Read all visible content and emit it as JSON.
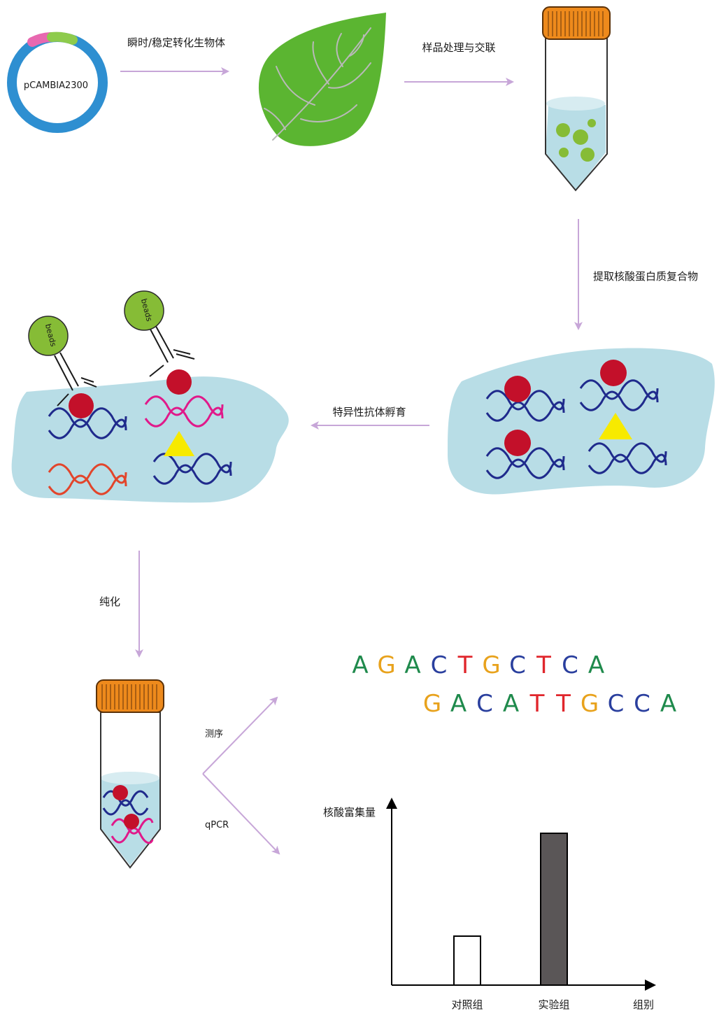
{
  "plasmid": {
    "label": "pCAMBIA2300"
  },
  "steps": {
    "transform": "瞬时/稳定转化生物体",
    "crosslink": "样品处理与交联",
    "extract": "提取核酸蛋白质复合物",
    "incubate": "特异性抗体孵育",
    "purify": "纯化",
    "sequencing": "测序",
    "qpcr": "qPCR"
  },
  "beads_label": "beads",
  "sequence": {
    "row1": [
      "A",
      "G",
      "A",
      "C",
      "T",
      "G",
      "C",
      "T",
      "C",
      "A"
    ],
    "row2": [
      "G",
      "A",
      "C",
      "A",
      "T",
      "T",
      "G",
      "C",
      "C",
      "A"
    ]
  },
  "base_colors": {
    "A": "#1f8a4c",
    "G": "#e8a21c",
    "C": "#2a3f9e",
    "T": "#e0262c"
  },
  "colors": {
    "arrow": "#c7a6d8",
    "leaf": "#5bb531",
    "tube_cap": "#ee8a1c",
    "liquid": "#b8dde6",
    "dna_blue": "#1f2a8c",
    "dna_magenta": "#e0198a",
    "dna_red": "#e2452b",
    "protein": "#c3102a",
    "factor": "#f7ea00",
    "bead": "#86bc36",
    "plasmid": "#2e8fd1"
  },
  "chart_data": {
    "type": "bar",
    "categories": [
      "对照组",
      "实验组"
    ],
    "values": [
      20,
      62
    ],
    "ylabel": "核酸富集量",
    "xlabel": "组别",
    "ylim": [
      0,
      76
    ],
    "bar_fills": [
      "#ffffff",
      "#5a5657"
    ]
  }
}
